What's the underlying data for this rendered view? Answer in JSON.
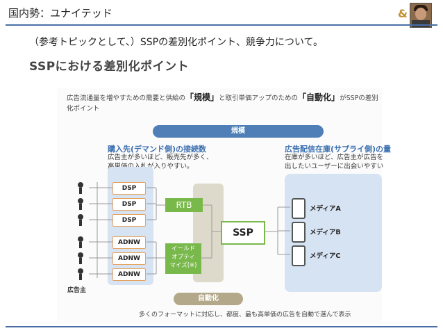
{
  "header": {
    "title": "国内勢：ユナイテッド",
    "logo_mark": "&"
  },
  "subtitle": "（参考トピックとして、）SSPの差別化ポイント、競争力について。",
  "slide_title": "SSPにおける差別化ポイント",
  "intro": {
    "part1": "広告流通量を増やすための需要と供給の",
    "kibo": "「規模」",
    "part2": "と取引単価アップのための",
    "auto": "「自動化」",
    "part3": "がSSPの差別化ポイント"
  },
  "diagram": {
    "scale_pill": "規模",
    "automation_pill": "自動化",
    "left_heading": "購入先(デマンド側)の接続数",
    "left_desc_1": "広告主が多いほど、販売先が多く、",
    "left_desc_2": "高単価の入札が入りやすい。",
    "right_heading": "広告配信在庫(サプライ側)の量",
    "right_desc_1": "在庫が多いほど、広告主が広告を",
    "right_desc_2": "出したいユーザーに出会いやすい",
    "dsp_boxes": [
      "DSP",
      "DSP",
      "DSP"
    ],
    "adnw_boxes": [
      "ADNW",
      "ADNW",
      "ADNW"
    ],
    "rtb_label": "RTB",
    "yield_label_1": "イールド",
    "yield_label_2": "オプティ",
    "yield_label_3": "マイズ(※)",
    "ssp_label": "SSP",
    "media": [
      "メディアA",
      "メディアB",
      "メディアC"
    ],
    "advertiser_label": "広告主",
    "footer_note": "多くのフォーマットに対応し、都度、最も高単価の広告を自動で選んで表示"
  },
  "colors": {
    "accent_blue": "#4f7fb6",
    "green": "#79b84a",
    "orange": "#e8a25a",
    "beige": "#b3a98a"
  }
}
